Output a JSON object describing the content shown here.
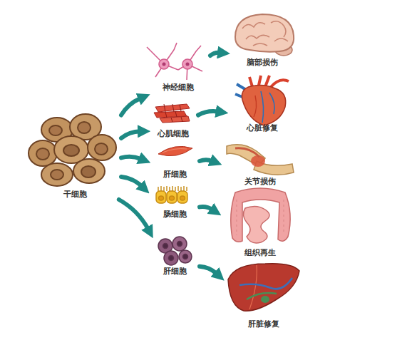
{
  "diagram": {
    "nodes": [
      {
        "text": [
          "干细胞"
        ]
      },
      {
        "text": [
          "神经细胞"
        ]
      },
      {
        "text": [
          "心肌细胞"
        ]
      },
      {
        "text": [
          "肝细胞"
        ]
      },
      {
        "text": [
          "肠细胞"
        ]
      },
      {
        "text": [
          "肝细胞"
        ]
      },
      {
        "text": [
          "脑部损伤"
        ]
      },
      {
        "text": [
          "心脏修复"
        ]
      },
      {
        "text": [
          "关节损伤"
        ]
      },
      {
        "text": [
          "组织再生"
        ]
      },
      {
        "text": [
          "肝脏修复"
        ]
      }
    ],
    "edges": [
      {
        "from": 0,
        "to": 1,
        "arrow": "to"
      },
      {
        "from": 0,
        "to": 2,
        "arrow": "to"
      },
      {
        "from": 0,
        "to": 3,
        "arrow": "to"
      },
      {
        "from": 0,
        "to": 4,
        "arrow": "to"
      },
      {
        "from": 0,
        "to": 5,
        "arrow": "to"
      },
      {
        "from": 1,
        "to": 6,
        "arrow": "to"
      },
      {
        "from": 2,
        "to": 7,
        "arrow": "to"
      },
      {
        "from": 3,
        "to": 8,
        "arrow": "to"
      },
      {
        "from": 4,
        "to": 9,
        "arrow": "to"
      },
      {
        "from": 5,
        "to": 10,
        "arrow": "to"
      }
    ]
  }
}
